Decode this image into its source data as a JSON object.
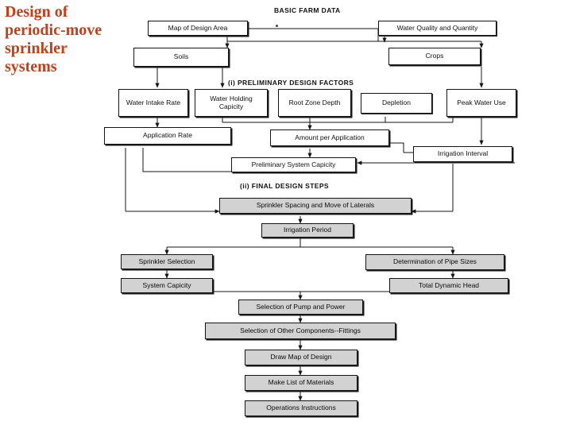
{
  "slide": {
    "title": "Design of periodic-move sprinkler systems",
    "title_color": "#c0401c"
  },
  "diagram": {
    "heading": "BASIC FARM DATA",
    "section_labels": [
      "(i) PRELIMINARY DESIGN FACTORS",
      "(ii) FINAL DESIGN STEPS"
    ],
    "nodes": [
      {
        "id": "map_of_design_area",
        "label": "Map of Design Area"
      },
      {
        "id": "water_quality_quantity",
        "label": "Water Quality and Quantity"
      },
      {
        "id": "soils",
        "label": "Soils"
      },
      {
        "id": "crops",
        "label": "Crops"
      },
      {
        "id": "water_intake_rate",
        "label": "Water Intake Rate"
      },
      {
        "id": "water_holding_capicity",
        "label": "Water Holding Capicity"
      },
      {
        "id": "root_zone_depth",
        "label": "Root Zone Depth"
      },
      {
        "id": "depletion",
        "label": "Depletion"
      },
      {
        "id": "peak_water_use",
        "label": "Peak Water Use"
      },
      {
        "id": "application_rate",
        "label": "Application Rate"
      },
      {
        "id": "amount_per_application",
        "label": "Amount per Application"
      },
      {
        "id": "irrigation_interval",
        "label": "Irrigation Interval"
      },
      {
        "id": "preliminary_system_capicity",
        "label": "Preliminary System Capicity"
      },
      {
        "id": "sprinkler_spacing",
        "label": "Sprinkler Spacing and Move of Laterals"
      },
      {
        "id": "irrigation_period",
        "label": "Irrigation Period"
      },
      {
        "id": "sprinkler_selection",
        "label": "Sprinkler Selection"
      },
      {
        "id": "determination_pipe_sizes",
        "label": "Determination of Pipe Sizes"
      },
      {
        "id": "system_capicity",
        "label": "System Capicity"
      },
      {
        "id": "total_dynamic_head",
        "label": "Total Dynamic Head"
      },
      {
        "id": "selection_pump_power",
        "label": "Selection of Pump and Power"
      },
      {
        "id": "selection_other_components",
        "label": "Selection of Other Components--Fittings"
      },
      {
        "id": "draw_map_of_design",
        "label": "Draw Map of Design"
      },
      {
        "id": "make_list_of_materials",
        "label": "Make List of Materials"
      },
      {
        "id": "operations_instructions",
        "label": "Operations Instructions"
      }
    ],
    "colors": {
      "box_fill": "#ffffff",
      "box_shaded_fill": "#d2d2d2",
      "box_border": "#141414",
      "connector": "#151515"
    }
  }
}
